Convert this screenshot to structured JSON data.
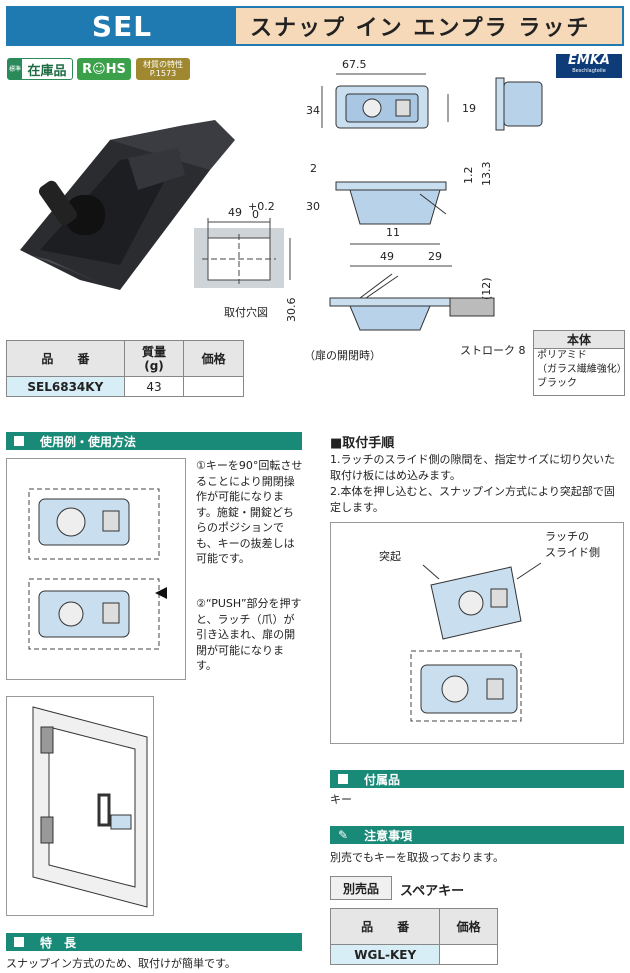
{
  "header": {
    "code": "SEL",
    "title": "スナップ イン エンプラ ラッチ"
  },
  "badges": {
    "stock_small": "標準",
    "stock": "在庫品",
    "rohs": "R☺HS",
    "material_line1": "材質の特性",
    "material_line2": "P.1573",
    "brand": "EMKA",
    "brand_sub": "Beschlagteile"
  },
  "drawing": {
    "w_total": "67.5",
    "h_total": "34",
    "h_inner": "19",
    "cut_w": "49",
    "cut_h": "30.6",
    "tol": "+0.2",
    "tol0": "0",
    "side_2": "2",
    "side_30": "30",
    "side_1_2": "1.2",
    "side_13_3": "13.3",
    "side_11": "11",
    "side_49": "49",
    "side_29": "29",
    "side_12": "(12)",
    "hole_caption": "取付穴図",
    "open_caption": "（扉の開閉時）",
    "stroke": "ストローク 8"
  },
  "material": {
    "head": "本体",
    "line1": "ポリアミド",
    "line2": "（ガラス繊維強化）",
    "line3": "ブラック"
  },
  "product_table": {
    "headers": [
      "品　　番",
      "質量\n(g)",
      "価格"
    ],
    "row": {
      "code": "SEL6834KY",
      "mass": "43",
      "price": ""
    }
  },
  "usage": {
    "title": "使用例・使用方法",
    "step1": "①キーを90°回転させることにより開閉操作が可能になります。施錠・開錠どちらのポジションでも、キーの抜差しは可能です。",
    "step2": "②“PUSH”部分を押すと、ラッチ（爪）が引き込まれ、扉の開閉が可能になります。"
  },
  "install": {
    "title": "■取付手順",
    "step1": "1.ラッチのスライド側の隙間を、指定サイズに切り欠いた取付け板にはめ込みます。",
    "step2": "2.本体を押し込むと、スナップイン方式により突起部で固定します。",
    "label_protrusion": "突起",
    "label_slide1": "ラッチの",
    "label_slide2": "スライド側"
  },
  "accessories": {
    "title": "付属品",
    "text": "キー"
  },
  "caution": {
    "title": "注意事項",
    "text": "別売でもキーを取扱っております。"
  },
  "separate": {
    "tag": "別売品",
    "name": "スペアキー",
    "headers": [
      "品　　番",
      "価格"
    ],
    "row": {
      "code": "WGL-KEY",
      "price": ""
    }
  },
  "features": {
    "title": "特　長",
    "text": "スナップイン方式のため、取付けが簡単です。"
  }
}
